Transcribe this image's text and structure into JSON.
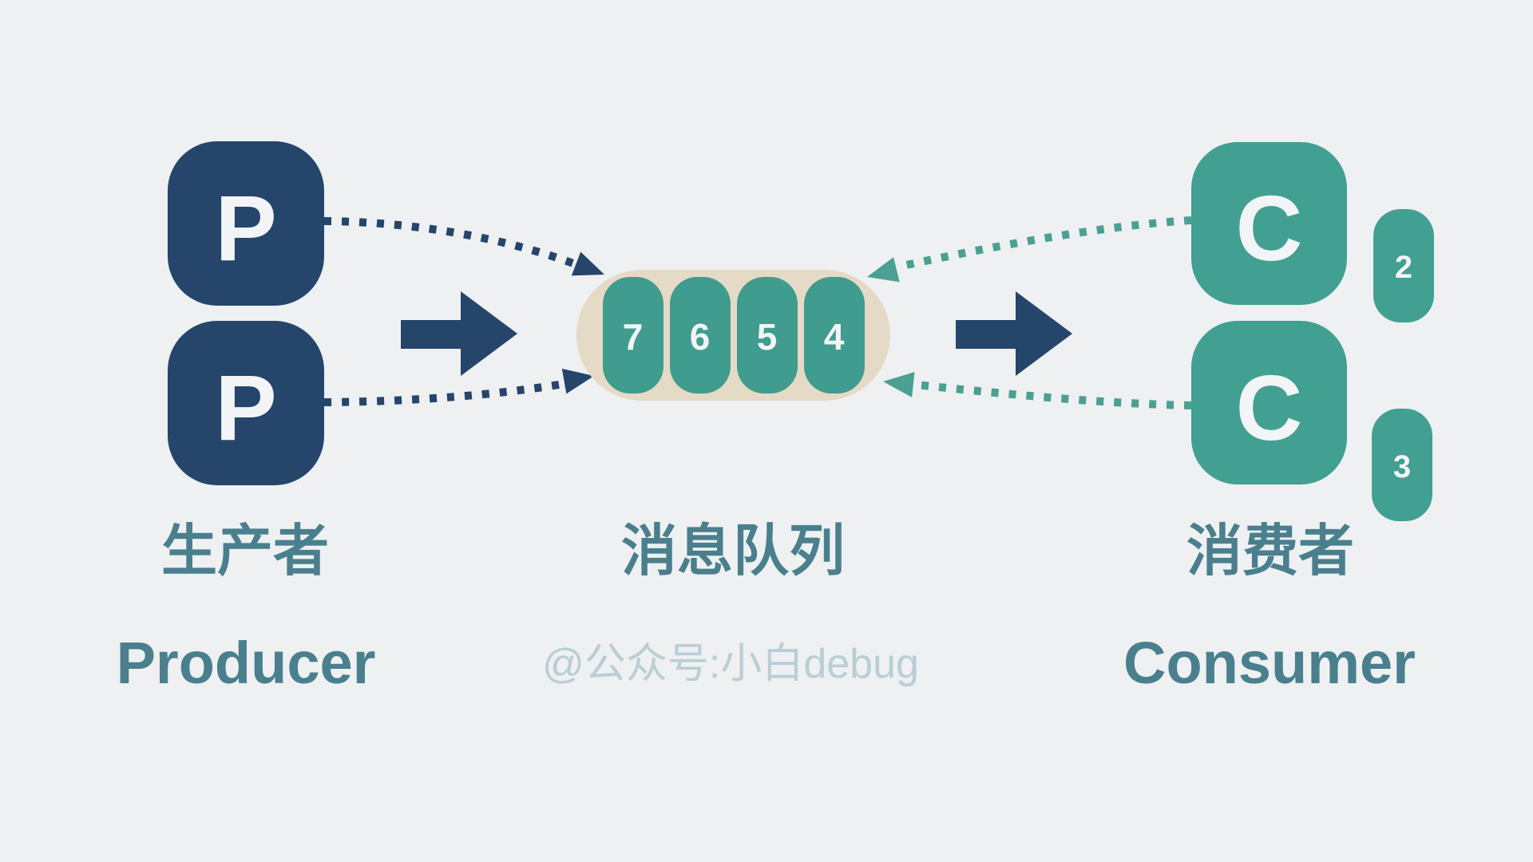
{
  "colors": {
    "background": "#EEF0F2",
    "navy": "#25456B",
    "teal": "#41A092",
    "teal-cell": "#3F9C8E",
    "arrow-teal": "#4AA093",
    "beige": "#E5DAC6",
    "label-teal": "#4A7F8D",
    "watermark-gray": "#B9CED5",
    "letter-white": "#F2F4F6"
  },
  "producers": {
    "boxes": [
      {
        "label": "P"
      },
      {
        "label": "P"
      }
    ],
    "label_zh": "生产者",
    "label_en": "Producer"
  },
  "queue": {
    "cells": [
      "7",
      "6",
      "5",
      "4"
    ],
    "label_zh": "消息队列",
    "watermark": "@公众号:小白debug"
  },
  "consumers": {
    "boxes": [
      {
        "label": "C",
        "badge": "2"
      },
      {
        "label": "C",
        "badge": "3"
      }
    ],
    "label_zh": "消费者",
    "label_en": "Consumer"
  }
}
